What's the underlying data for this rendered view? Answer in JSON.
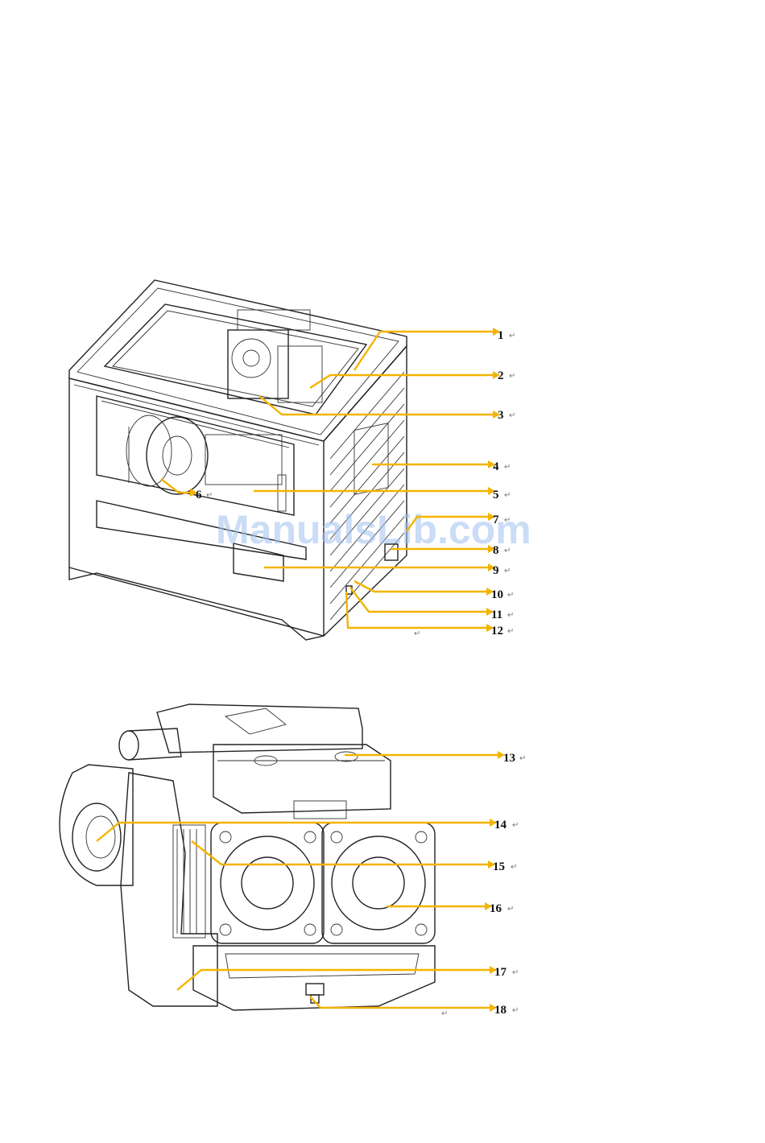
{
  "figure_top": {
    "callouts": [
      {
        "number": "1"
      },
      {
        "number": "2"
      },
      {
        "number": "3"
      },
      {
        "number": "4"
      },
      {
        "number": "5"
      },
      {
        "number": "6"
      },
      {
        "number": "7"
      },
      {
        "number": "8"
      },
      {
        "number": "9"
      },
      {
        "number": "10"
      },
      {
        "number": "11"
      },
      {
        "number": "12"
      }
    ]
  },
  "figure_bottom": {
    "callouts": [
      {
        "number": "13"
      },
      {
        "number": "14"
      },
      {
        "number": "15"
      },
      {
        "number": "16"
      },
      {
        "number": "17"
      },
      {
        "number": "18"
      }
    ]
  },
  "watermark": "ManualsLib.com",
  "return_mark": "↵",
  "colors": {
    "callout_line": "#f3b400",
    "watermark": "#9ec0ee",
    "line_art": "#222222"
  }
}
